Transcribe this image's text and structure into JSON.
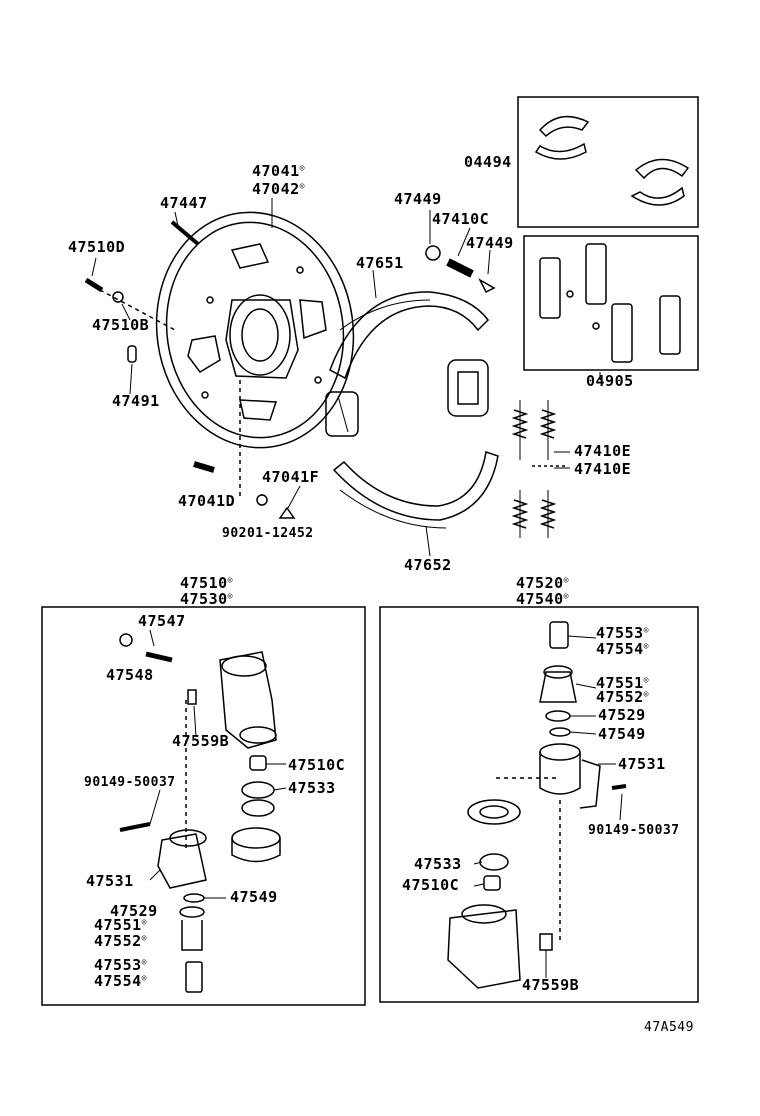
{
  "labels": {
    "p47041": "47041",
    "p47042": "47042",
    "p47447": "47447",
    "p47510D": "47510D",
    "p47510B": "47510B",
    "p47491": "47491",
    "p47449a": "47449",
    "p47410C": "47410C",
    "p47449b": "47449",
    "p47651": "47651",
    "p04494": "04494",
    "p04905": "04905",
    "p47410Ea": "47410E",
    "p47410Eb": "47410E",
    "p47041F": "47041F",
    "p47041D": "47041D",
    "p90201": "90201-12452",
    "p47652": "47652",
    "p47510": "47510",
    "p47530": "47530",
    "p47520": "47520",
    "p47540": "47540",
    "L47547": "47547",
    "L47548": "47548",
    "L47559B": "47559B",
    "L47510C": "47510C",
    "L47533": "47533",
    "L90149": "90149-50037",
    "L47531": "47531",
    "L47549": "47549",
    "L47529": "47529",
    "L47551": "47551",
    "L47552": "47552",
    "L47553": "47553",
    "L47554": "47554",
    "R47553": "47553",
    "R47554": "47554",
    "R47551": "47551",
    "R47552": "47552",
    "R47529": "47529",
    "R47549": "47549",
    "R47531": "47531",
    "R90149": "90149-50037",
    "R47533": "47533",
    "R47510C": "47510C",
    "R47559B": "47559B",
    "figure_code": "47A549"
  }
}
